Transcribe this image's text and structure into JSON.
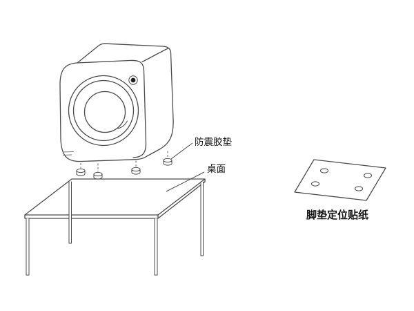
{
  "diagram": {
    "labels": {
      "pad_label": "防震胶垫",
      "table_label": "桌面",
      "sticker_label": "脚垫定位贴纸"
    },
    "pads": {
      "count": 4
    },
    "sticker_holes": {
      "count": 4
    },
    "colors": {
      "ink": "#4a4a4a",
      "ink-dark": "#1f1f1f",
      "soft": "#6e6e6e",
      "text": "#141414",
      "paper": "#ffffff"
    }
  }
}
